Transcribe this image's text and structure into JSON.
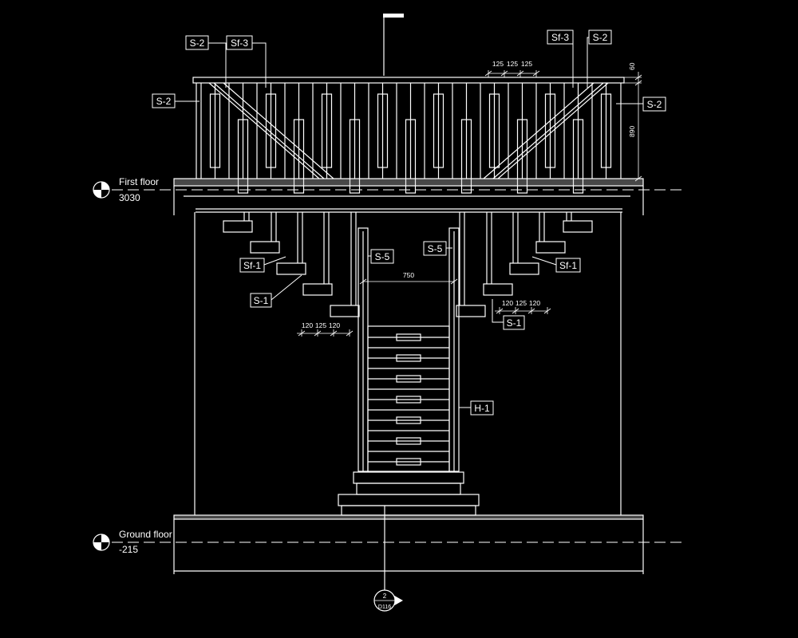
{
  "levels": {
    "first_floor": {
      "name": "First floor",
      "elevation": "3030"
    },
    "ground_floor": {
      "name": "Ground floor",
      "elevation": "-215"
    }
  },
  "tags": {
    "s2_top_left": "S-2",
    "sf3_top_left": "Sf-3",
    "sf3_top_right": "Sf-3",
    "s2_top_right": "S-2",
    "s2_left": "S-2",
    "s2_right": "S-2",
    "s5_left": "S-5",
    "s5_right": "S-5",
    "sf1_left": "Sf-1",
    "sf1_right": "Sf-1",
    "s1_left": "S-1",
    "s1_right": "S-1",
    "h1": "H-1"
  },
  "dimensions": {
    "rail_spacing": [
      "125",
      "125",
      "125"
    ],
    "rail_height": "890",
    "rail_top": "60",
    "stair_width": "750",
    "cantilever_left": [
      "120",
      "125",
      "120"
    ],
    "cantilever_right": [
      "120",
      "125",
      "120"
    ]
  },
  "section_marker": {
    "number": "2",
    "sheet": "D116"
  },
  "colors": {
    "background": "#000000",
    "line": "#ffffff",
    "hidden": "#cfcfcf"
  }
}
